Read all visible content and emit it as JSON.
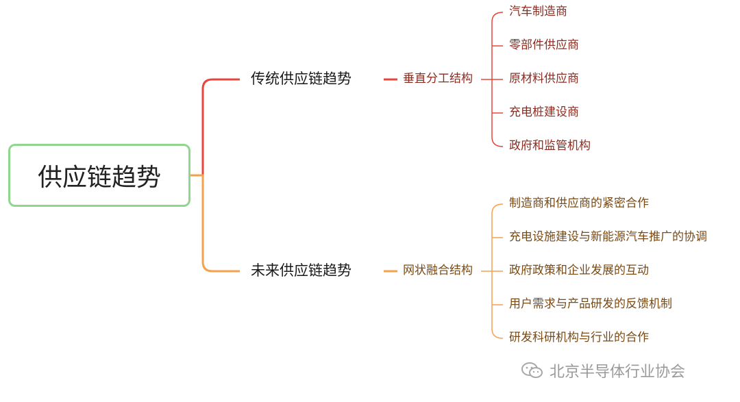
{
  "root": {
    "label": "供应链趋势"
  },
  "branches": [
    {
      "label": "传统供应链趋势",
      "sub_label": "垂直分工结构",
      "color": "#e8453c",
      "leaves": [
        "汽车制造商",
        "零部件供应商",
        "原材料供应商",
        "充电桩建设商",
        "政府和监管机构"
      ]
    },
    {
      "label": "未来供应链趋势",
      "sub_label": "网状融合结构",
      "color": "#f5a14e",
      "leaves": [
        "制造商和供应商的紧密合作",
        "充电设施建设与新能源汽车推广的协调",
        "政府政策和企业发展的互动",
        "用户需求与产品研发的反馈机制",
        "研发科研机构与行业的合作"
      ]
    }
  ],
  "colors": {
    "root_border": "#8fd68f",
    "leaf_text_top": "#8a2c22",
    "leaf_text_bottom": "#7a4a14"
  },
  "watermark": {
    "text": "北京半导体行业协会",
    "icon": "wechat-icon"
  }
}
